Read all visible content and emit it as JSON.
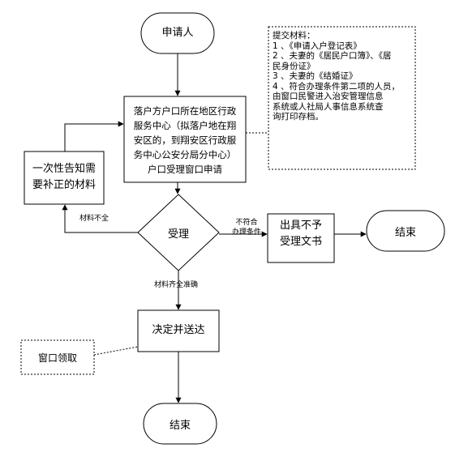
{
  "nodes": {
    "applicant": {
      "label": "申请人"
    },
    "materials_note": {
      "lines": [
        "提交材料：",
        "1 、《申请入户登记表》",
        "2 、夫妻的《居民户口簿》、《居",
        "民身份证》",
        "3 、夫妻的《结婚证》",
        "4 、符合办理条件第二项的人员，",
        "由窗口民警进入治安管理信息",
        "系统或人社局人事信息系统查",
        "询打印存档。"
      ]
    },
    "apply_window": {
      "lines": [
        "落户方户口所在地区行政",
        "服务中心（拟落户地在翔",
        "安区的，到翔安区行政服",
        "务中心公安分局分中心）",
        "户口受理窗口申请"
      ]
    },
    "supplement": {
      "lines": [
        "一次性告知需",
        "要补正的材料"
      ]
    },
    "accept": {
      "label": "受理"
    },
    "reject_doc": {
      "lines": [
        "出具不予",
        "受理文书"
      ]
    },
    "end_right": {
      "label": "结束"
    },
    "decide": {
      "label": "决定并送达"
    },
    "window_pickup": {
      "label": "窗口领取"
    },
    "end_bottom": {
      "label": "结束"
    }
  },
  "edges": {
    "incomplete": {
      "label": "材料不全"
    },
    "not_eligible": {
      "lines": [
        "不符合",
        "办理条件"
      ]
    },
    "complete": {
      "label": "材料齐全准确"
    }
  },
  "colors": {
    "stroke": "#000000",
    "background": "#ffffff"
  }
}
